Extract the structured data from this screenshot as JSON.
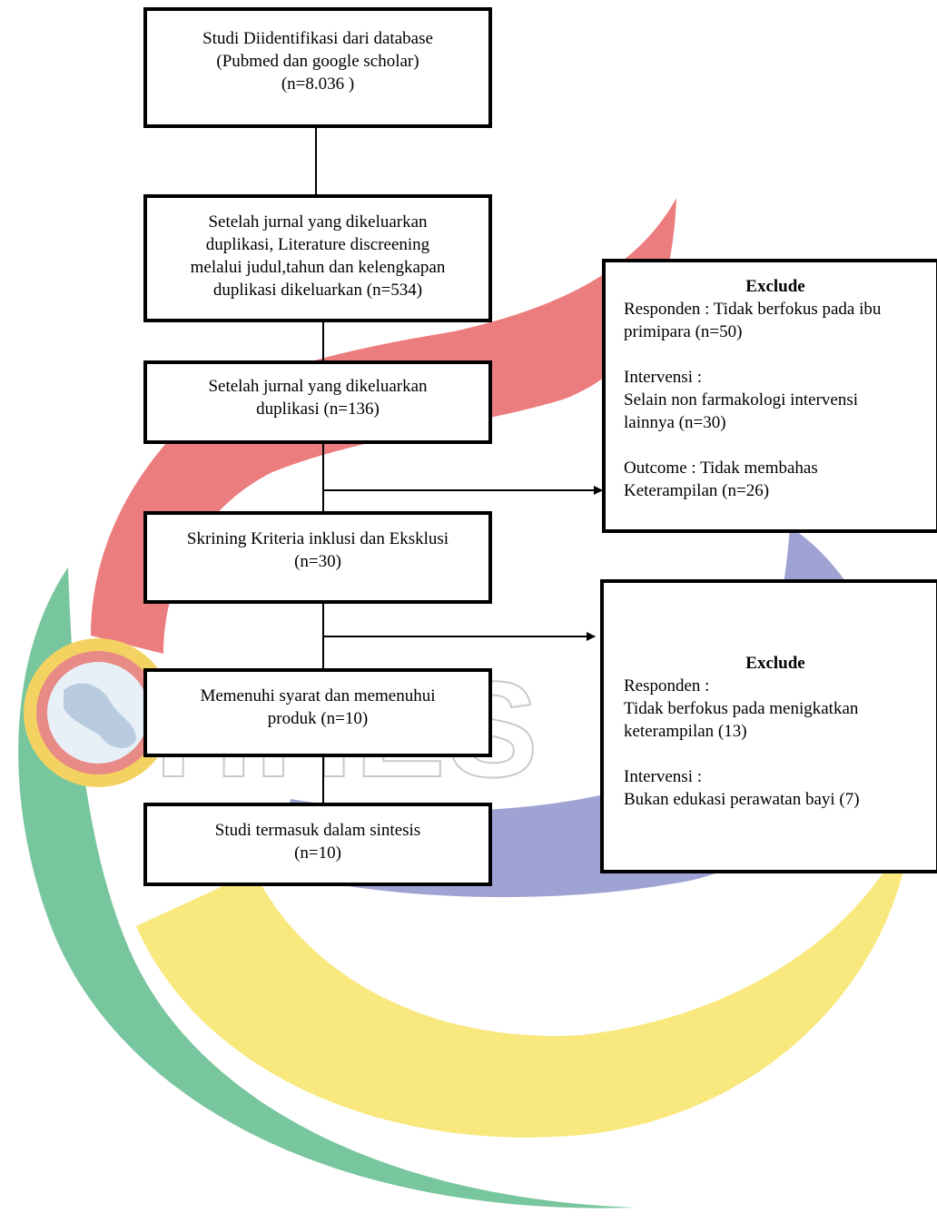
{
  "watermark": {
    "letters": "HHES",
    "colors": {
      "red": "#ec7d7f",
      "blue": "#9fa3d3",
      "yellow": "#f8e87e",
      "green": "#78c69d",
      "globe_ring_yellow": "#f4d262",
      "globe_ring_red": "#e88a86",
      "globe_fill": "#e7eff7"
    }
  },
  "flow": {
    "box1": {
      "lines": [
        "Studi Diidentifikasi dari database",
        "(Pubmed dan google scholar)",
        "(n=8.036 )"
      ]
    },
    "box2": {
      "lines": [
        "Setelah jurnal yang dikeluarkan",
        "duplikasi, Literature discreening",
        "melalui judul,tahun dan kelengkapan",
        "duplikasi dikeluarkan (n=534)"
      ]
    },
    "box3": {
      "lines": [
        "Setelah jurnal yang dikeluarkan",
        "duplikasi (n=136)"
      ]
    },
    "box4": {
      "lines": [
        "Skrining Kriteria inklusi dan Eksklusi",
        "(n=30)"
      ]
    },
    "box5": {
      "lines": [
        "Memenuhi syarat dan memenuhui",
        "produk (n=10)"
      ]
    },
    "box6": {
      "lines": [
        "Studi termasuk dalam sintesis",
        "(n=10)"
      ]
    }
  },
  "exclude1": {
    "title": "Exclude",
    "responden": [
      "Responden : Tidak berfokus pada ibu",
      "primipara (n=50)"
    ],
    "intervensi": [
      "Intervensi :",
      "Selain non farmakologi intervensi",
      "lainnya (n=30)"
    ],
    "outcome": [
      "Outcome : Tidak membahas",
      "Keterampilan (n=26)"
    ]
  },
  "exclude2": {
    "title": "Exclude",
    "responden": [
      "Responden :",
      "Tidak berfokus pada menigkatkan",
      "keterampilan (13)"
    ],
    "intervensi": [
      "Intervensi :",
      "Bukan edukasi perawatan bayi (7)"
    ]
  }
}
